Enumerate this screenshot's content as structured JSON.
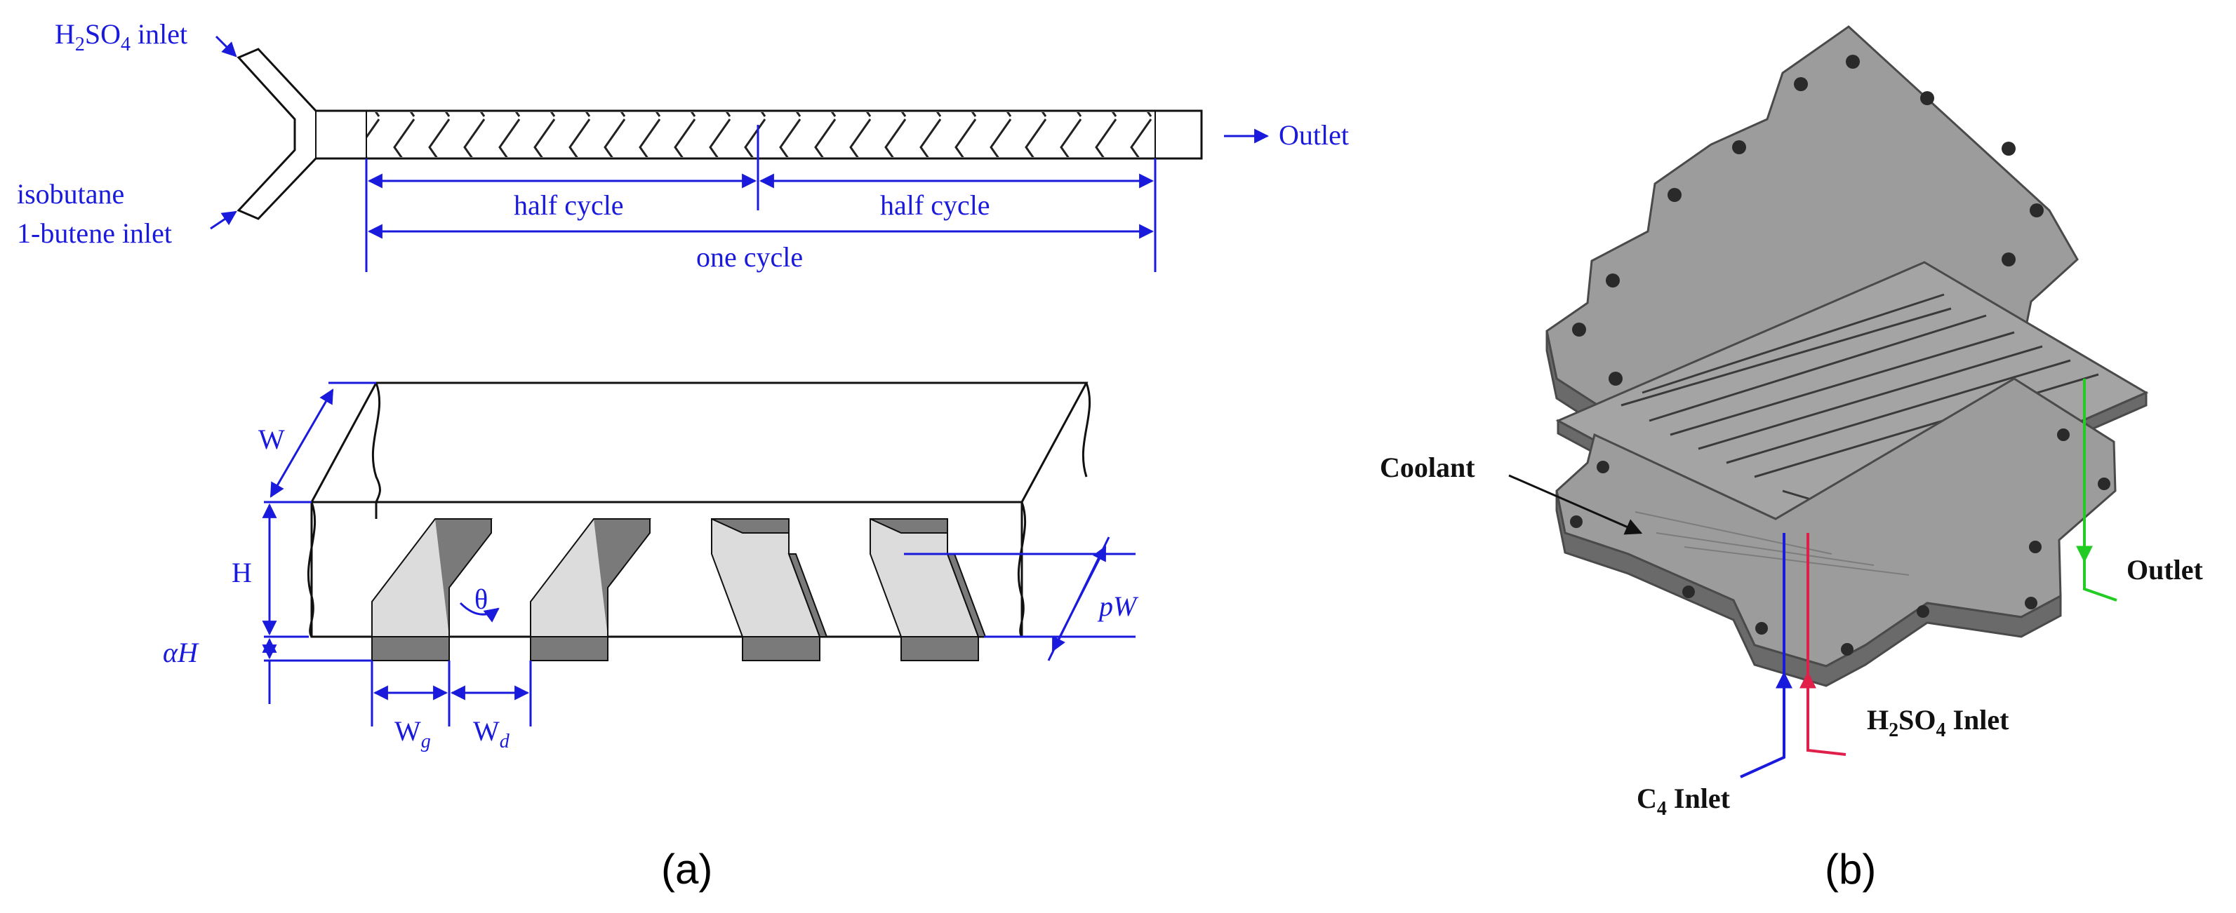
{
  "panel_a": {
    "top": {
      "h2so4_inlet": "H2SO4 inlet",
      "isobutane": "isobutane",
      "butene_inlet": "1-butene  inlet",
      "outlet": "Outlet",
      "half_cycle_1": "half cycle",
      "half_cycle_2": "half cycle",
      "one_cycle": "one cycle"
    },
    "bottom": {
      "W": "W",
      "H": "H",
      "alphaH": "αH",
      "theta": "θ",
      "pW": "pW",
      "Wg": "Wg",
      "Wd": "Wd"
    },
    "caption": "(a)"
  },
  "panel_b": {
    "coolant": "Coolant",
    "outlet": "Outlet",
    "h2so4_inlet": "H2SO4 Inlet",
    "c4_inlet": "C4 Inlet",
    "caption": "(b)"
  },
  "colors": {
    "annotation": "#1a1adc",
    "plate": "#9a9a9a",
    "plate_edge": "#5c5c5c",
    "h2so4_line": "#e0204a",
    "c4_line": "#1a1adc",
    "outlet_line": "#22cc22"
  }
}
